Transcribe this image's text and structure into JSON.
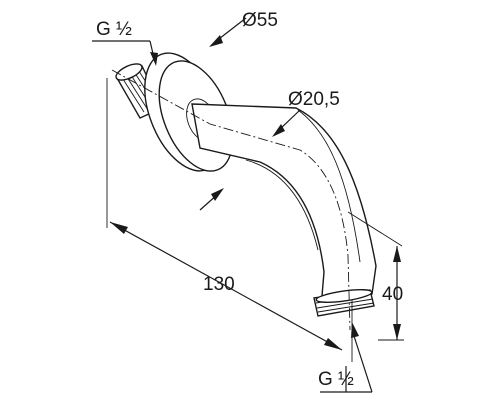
{
  "drawing": {
    "labels": {
      "thread_top": "G ½",
      "thread_bottom": "G ½",
      "flange_diameter": "Ø55",
      "pipe_diameter": "Ø20,5",
      "length": "130",
      "height": "40"
    }
  }
}
